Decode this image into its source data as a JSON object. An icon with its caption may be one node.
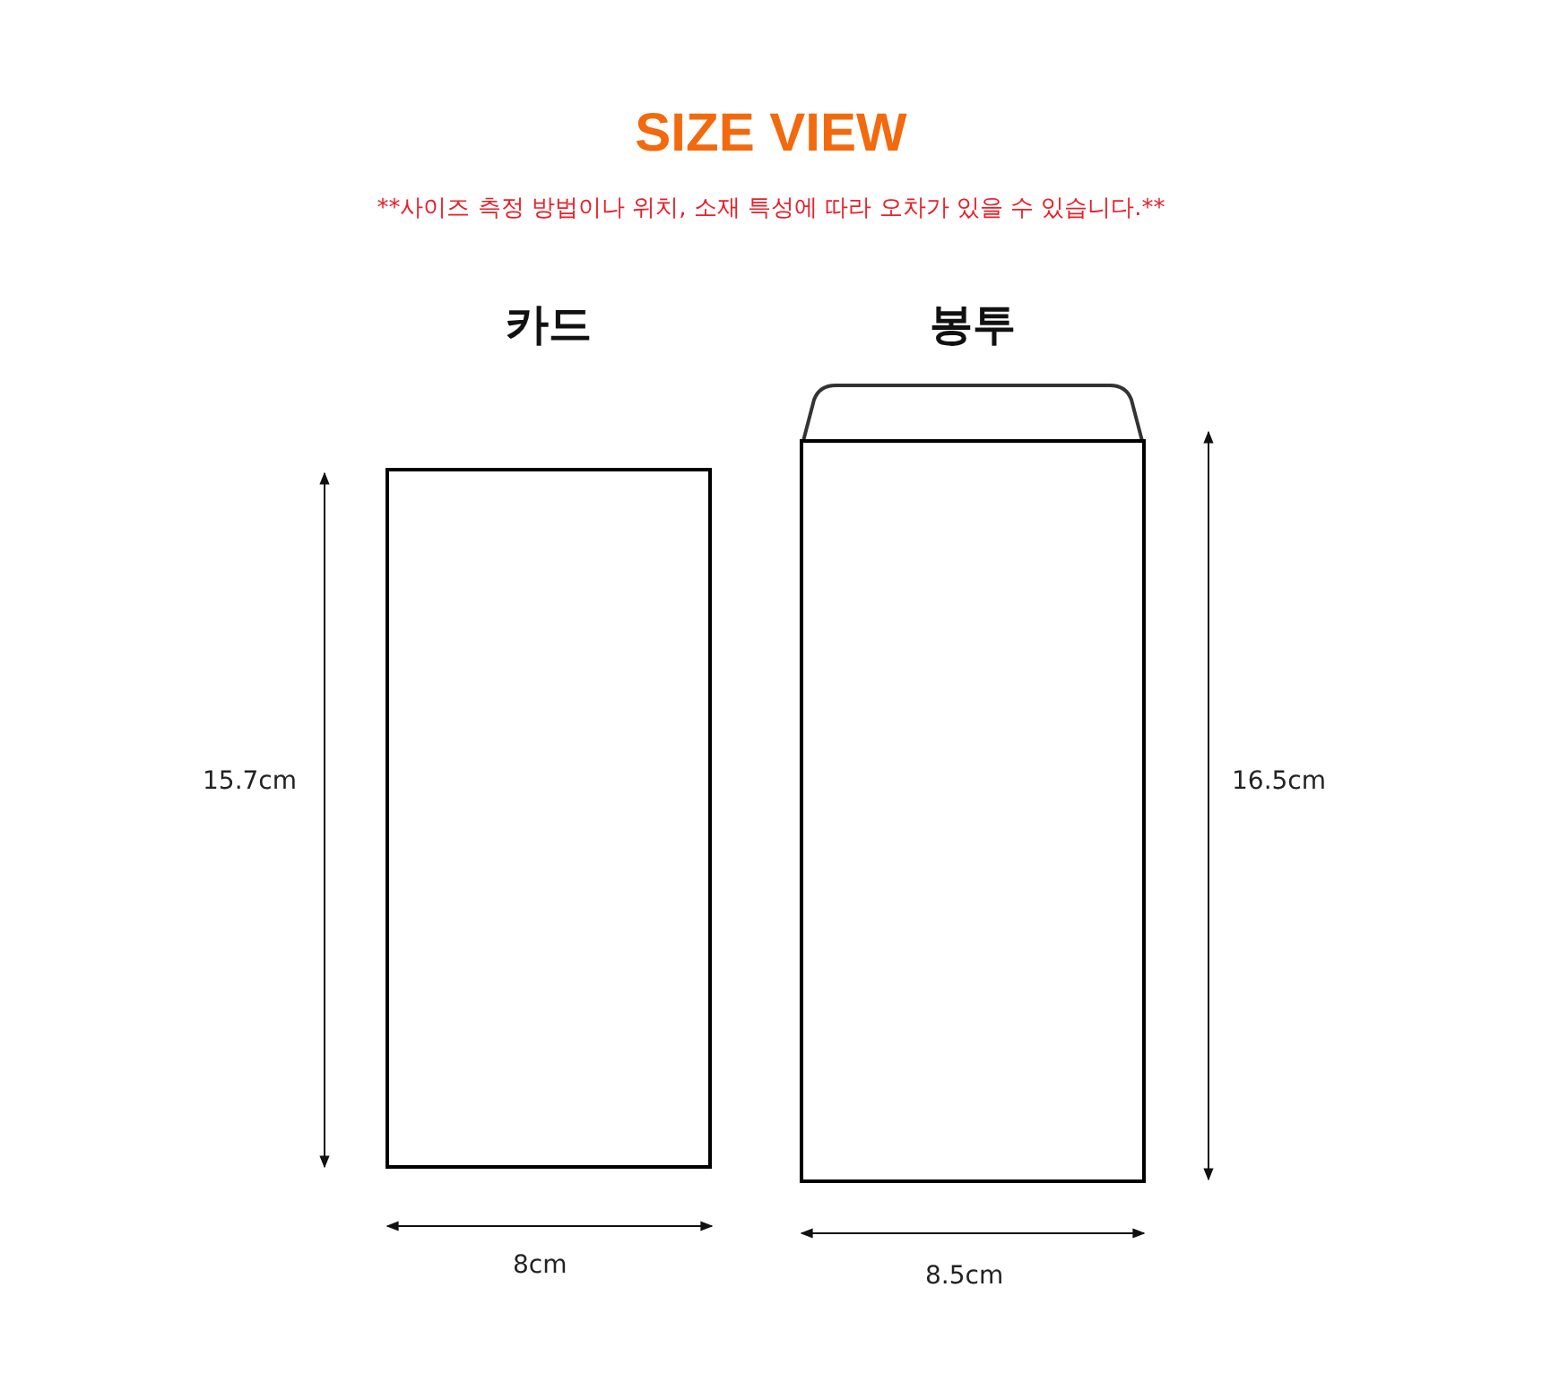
{
  "diagram": {
    "title": "SIZE VIEW",
    "caption": "**사이즈 측정 방법이나 위치, 소재 특성에 따라 오차가 있을 수 있습니다.**",
    "nodes": [
      {
        "text": [
          "카드"
        ]
      },
      {
        "text": [
          "봉투"
        ]
      }
    ],
    "labels": [
      "15.7cm",
      "8cm",
      "16.5cm",
      "8.5cm"
    ]
  }
}
